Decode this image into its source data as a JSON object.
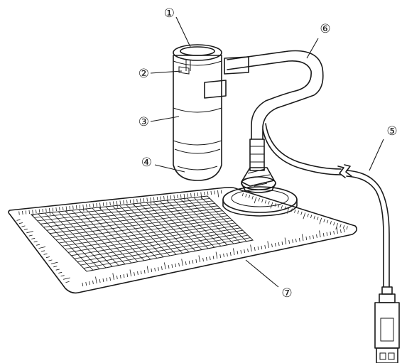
{
  "callouts": [
    {
      "id": "1",
      "label": "①"
    },
    {
      "id": "2",
      "label": "②"
    },
    {
      "id": "3",
      "label": "③"
    },
    {
      "id": "4",
      "label": "④"
    },
    {
      "id": "5",
      "label": "⑤"
    },
    {
      "id": "6",
      "label": "⑥"
    },
    {
      "id": "7",
      "label": "⑦"
    }
  ]
}
